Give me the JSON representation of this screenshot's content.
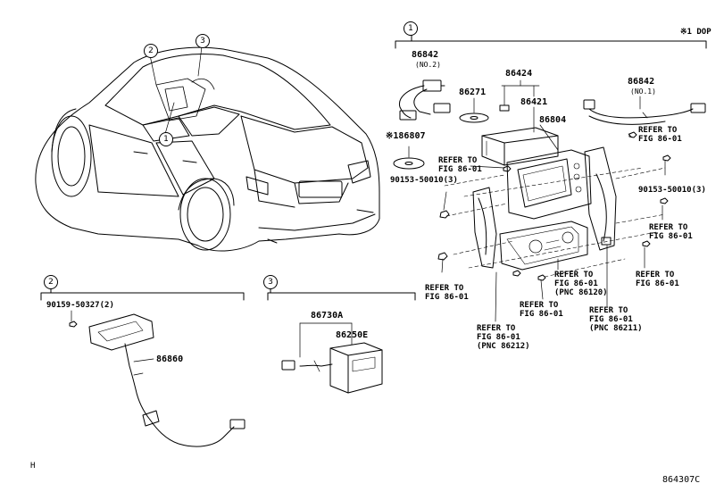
{
  "callouts": {
    "one": "1",
    "two": "2",
    "three": "3"
  },
  "group1": {
    "option_note": "※1  DOP",
    "parts": {
      "p86842_left": "86842",
      "p86842_left_note": "(NO.2)",
      "p86424": "86424",
      "p86271": "86271",
      "p86421": "86421",
      "p86842_right": "86842",
      "p86842_right_note": "(NO.1)",
      "p86804": "86804",
      "p86807": "※186807",
      "bolt_left": "90153-50010(3)",
      "bolt_right": "90153-50010(3)"
    },
    "refs": [
      {
        "l1": "REFER TO",
        "l2": "FIG 86-01",
        "l3": ""
      },
      {
        "l1": "REFER TO",
        "l2": "FIG 86-01",
        "l3": ""
      },
      {
        "l1": "REFER TO",
        "l2": "FIG 86-01",
        "l3": ""
      },
      {
        "l1": "REFER TO",
        "l2": "FIG 86-01",
        "l3": ""
      },
      {
        "l1": "REFER TO",
        "l2": "FIG 86-01",
        "l3": "(PNC 86120)"
      },
      {
        "l1": "REFER TO",
        "l2": "FIG 86-01",
        "l3": ""
      },
      {
        "l1": "REFER TO",
        "l2": "FIG 86-01",
        "l3": ""
      },
      {
        "l1": "REFER TO",
        "l2": "FIG 86-01",
        "l3": "(PNC 86211)"
      },
      {
        "l1": "REFER TO",
        "l2": "FIG 86-01",
        "l3": "(PNC 86212)"
      }
    ]
  },
  "group2": {
    "bolt": "90159-50327(2)",
    "harness": "86860"
  },
  "group3": {
    "cable": "86730A",
    "unit": "86250E"
  },
  "footer": {
    "left_mark": "H",
    "figure_code": "864307C"
  }
}
